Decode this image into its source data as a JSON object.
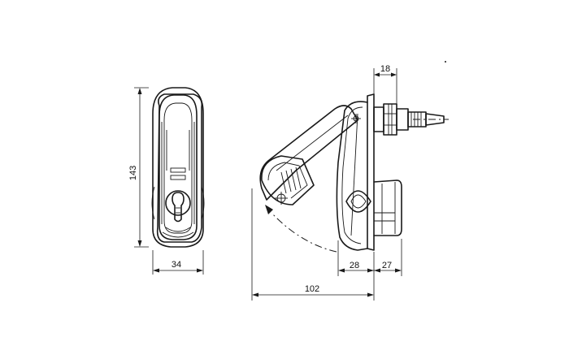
{
  "dimensions": {
    "height_front": "143",
    "width_front": "34",
    "depth_top": "18",
    "depth_body": "28",
    "depth_rear": "27",
    "swing_reach": "102"
  }
}
